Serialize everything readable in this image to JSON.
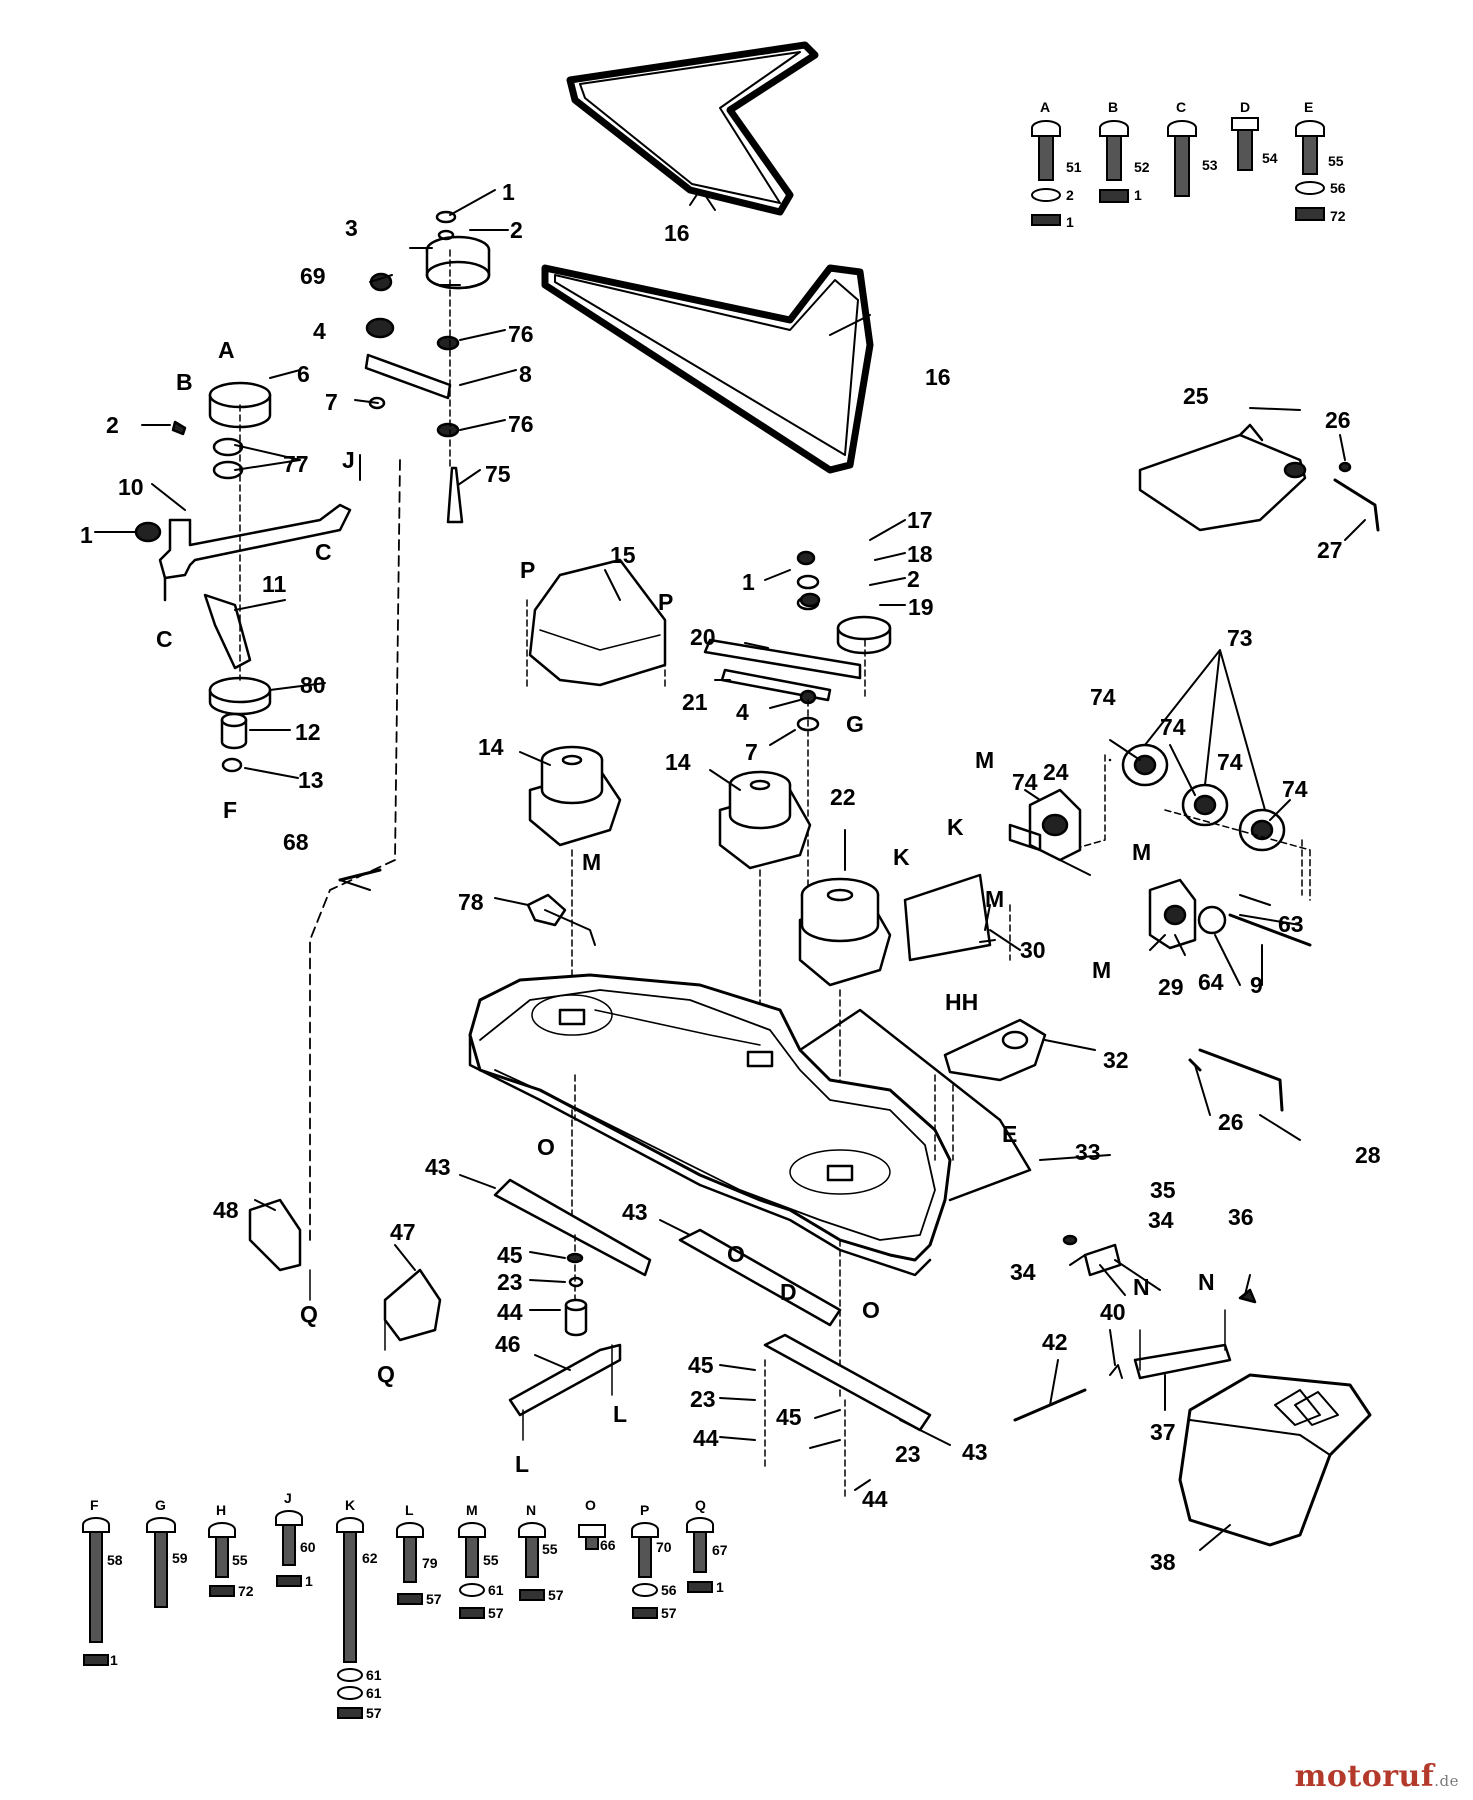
{
  "watermark": {
    "brand": "motoruf",
    "suffix": ".de"
  },
  "callouts": [
    {
      "id": "c1a",
      "text": "1"
    },
    {
      "id": "c2a",
      "text": "2"
    },
    {
      "id": "c3",
      "text": "3"
    },
    {
      "id": "c69",
      "text": "69"
    },
    {
      "id": "c4a",
      "text": "4"
    },
    {
      "id": "c76a",
      "text": "76"
    },
    {
      "id": "c8",
      "text": "8"
    },
    {
      "id": "c7a",
      "text": "7"
    },
    {
      "id": "c76b",
      "text": "76"
    },
    {
      "id": "c75",
      "text": "75"
    },
    {
      "id": "cA",
      "text": "A"
    },
    {
      "id": "c6",
      "text": "6"
    },
    {
      "id": "cB",
      "text": "B"
    },
    {
      "id": "c2b",
      "text": "2"
    },
    {
      "id": "c77",
      "text": "77"
    },
    {
      "id": "cJ",
      "text": "J"
    },
    {
      "id": "c10",
      "text": "10"
    },
    {
      "id": "c1b",
      "text": "1"
    },
    {
      "id": "cC1",
      "text": "C"
    },
    {
      "id": "cC2",
      "text": "C"
    },
    {
      "id": "c11",
      "text": "11"
    },
    {
      "id": "c80",
      "text": "80"
    },
    {
      "id": "c12",
      "text": "12"
    },
    {
      "id": "c13",
      "text": "13"
    },
    {
      "id": "cF",
      "text": "F"
    },
    {
      "id": "c16a",
      "text": "16"
    },
    {
      "id": "c16b",
      "text": "16"
    },
    {
      "id": "c25",
      "text": "25"
    },
    {
      "id": "c26a",
      "text": "26"
    },
    {
      "id": "c27",
      "text": "27"
    },
    {
      "id": "cP1",
      "text": "P"
    },
    {
      "id": "c15",
      "text": "15"
    },
    {
      "id": "cP2",
      "text": "P"
    },
    {
      "id": "c1c",
      "text": "1"
    },
    {
      "id": "c17",
      "text": "17"
    },
    {
      "id": "c18",
      "text": "18"
    },
    {
      "id": "c2c",
      "text": "2"
    },
    {
      "id": "c19",
      "text": "19"
    },
    {
      "id": "c20",
      "text": "20"
    },
    {
      "id": "c21",
      "text": "21"
    },
    {
      "id": "c4b",
      "text": "4"
    },
    {
      "id": "cG",
      "text": "G"
    },
    {
      "id": "c7b",
      "text": "7"
    },
    {
      "id": "c73",
      "text": "73"
    },
    {
      "id": "c74a",
      "text": "74"
    },
    {
      "id": "c74b",
      "text": "74"
    },
    {
      "id": "c74c",
      "text": "74"
    },
    {
      "id": "c74d",
      "text": "74"
    },
    {
      "id": "c74e",
      "text": "74"
    },
    {
      "id": "cM1",
      "text": "M"
    },
    {
      "id": "c24",
      "text": "24"
    },
    {
      "id": "c14a",
      "text": "14"
    },
    {
      "id": "c14b",
      "text": "14"
    },
    {
      "id": "c22",
      "text": "22"
    },
    {
      "id": "cK1",
      "text": "K"
    },
    {
      "id": "cK2",
      "text": "K"
    },
    {
      "id": "cM2",
      "text": "M"
    },
    {
      "id": "cM3",
      "text": "M"
    },
    {
      "id": "c63",
      "text": "63"
    },
    {
      "id": "cM4",
      "text": "M"
    },
    {
      "id": "c29",
      "text": "29"
    },
    {
      "id": "c64",
      "text": "64"
    },
    {
      "id": "c9",
      "text": "9"
    },
    {
      "id": "c30",
      "text": "30"
    },
    {
      "id": "c68",
      "text": "68"
    },
    {
      "id": "c78",
      "text": "78"
    },
    {
      "id": "cM5",
      "text": "M"
    },
    {
      "id": "cHH",
      "text": "HH"
    },
    {
      "id": "c32",
      "text": "32"
    },
    {
      "id": "cE",
      "text": "E"
    },
    {
      "id": "c26b",
      "text": "26"
    },
    {
      "id": "c28",
      "text": "28"
    },
    {
      "id": "cO1",
      "text": "O"
    },
    {
      "id": "c33",
      "text": "33"
    },
    {
      "id": "c43a",
      "text": "43"
    },
    {
      "id": "c43b",
      "text": "43"
    },
    {
      "id": "cO2",
      "text": "O"
    },
    {
      "id": "cD",
      "text": "D"
    },
    {
      "id": "cO3",
      "text": "O"
    },
    {
      "id": "c48",
      "text": "48"
    },
    {
      "id": "c47",
      "text": "47"
    },
    {
      "id": "c45a",
      "text": "45"
    },
    {
      "id": "c23a",
      "text": "23"
    },
    {
      "id": "c44a",
      "text": "44"
    },
    {
      "id": "c46",
      "text": "46"
    },
    {
      "id": "cQ1",
      "text": "Q"
    },
    {
      "id": "cQ2",
      "text": "Q"
    },
    {
      "id": "cL1",
      "text": "L"
    },
    {
      "id": "cL2",
      "text": "L"
    },
    {
      "id": "c45b",
      "text": "45"
    },
    {
      "id": "c23b",
      "text": "23"
    },
    {
      "id": "c44b",
      "text": "44"
    },
    {
      "id": "c45c",
      "text": "45"
    },
    {
      "id": "c23c",
      "text": "23"
    },
    {
      "id": "c43c",
      "text": "43"
    },
    {
      "id": "c44c",
      "text": "44"
    },
    {
      "id": "c35",
      "text": "35"
    },
    {
      "id": "c34a",
      "text": "34"
    },
    {
      "id": "c34b",
      "text": "34"
    },
    {
      "id": "c36",
      "text": "36"
    },
    {
      "id": "cN1",
      "text": "N"
    },
    {
      "id": "cN2",
      "text": "N"
    },
    {
      "id": "c40",
      "text": "40"
    },
    {
      "id": "c42",
      "text": "42"
    },
    {
      "id": "c37",
      "text": "37"
    },
    {
      "id": "c38",
      "text": "38"
    }
  ],
  "hardware_top": [
    {
      "letter": "A",
      "parts": [
        "51",
        "2",
        "1"
      ]
    },
    {
      "letter": "B",
      "parts": [
        "52",
        "1"
      ]
    },
    {
      "letter": "C",
      "parts": [
        "53"
      ]
    },
    {
      "letter": "D",
      "parts": [
        "54"
      ]
    },
    {
      "letter": "E",
      "parts": [
        "55",
        "56",
        "72"
      ]
    }
  ],
  "hardware_bottom": [
    {
      "letter": "F",
      "parts": [
        "58",
        "1"
      ]
    },
    {
      "letter": "G",
      "parts": [
        "59"
      ]
    },
    {
      "letter": "H",
      "parts": [
        "55",
        "72"
      ]
    },
    {
      "letter": "J",
      "parts": [
        "60",
        "1"
      ]
    },
    {
      "letter": "K",
      "parts": [
        "62",
        "61",
        "61",
        "57"
      ]
    },
    {
      "letter": "L",
      "parts": [
        "79",
        "57"
      ]
    },
    {
      "letter": "M",
      "parts": [
        "55",
        "61",
        "57"
      ]
    },
    {
      "letter": "N",
      "parts": [
        "55",
        "57"
      ]
    },
    {
      "letter": "O",
      "parts": [
        "66"
      ]
    },
    {
      "letter": "P",
      "parts": [
        "70",
        "56",
        "57"
      ]
    },
    {
      "letter": "Q",
      "parts": [
        "67",
        "1"
      ]
    }
  ]
}
